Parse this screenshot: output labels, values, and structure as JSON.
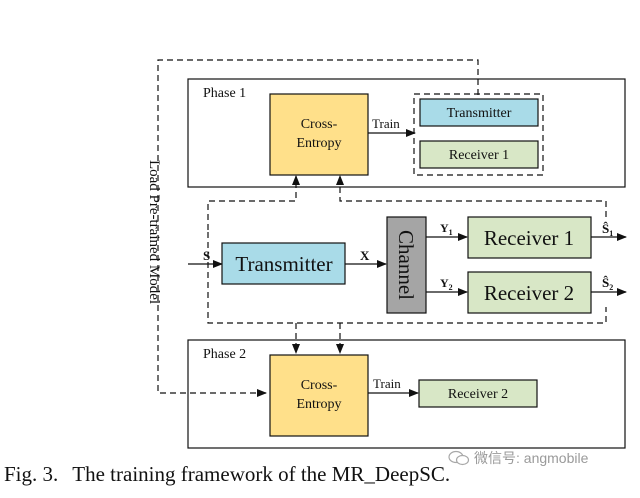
{
  "phase1": {
    "label": "Phase 1",
    "cross_entropy": [
      "Cross-",
      "Entropy"
    ],
    "train": "Train",
    "transmitter": "Transmitter",
    "receiver": "Receiver 1"
  },
  "middle": {
    "s": "S",
    "transmitter": "Transmitter",
    "x": "X",
    "channel": "Channel",
    "y1": "Y",
    "y1_sub": "1",
    "y2": "Y",
    "y2_sub": "2",
    "receiver1": "Receiver 1",
    "receiver2": "Receiver 2",
    "s_hat1": "Ŝ",
    "s_hat1_sub": "1",
    "s_hat2": "Ŝ",
    "s_hat2_sub": "2"
  },
  "phase2": {
    "label": "Phase 2",
    "cross_entropy": [
      "Cross-",
      "Entropy"
    ],
    "train": "Train",
    "receiver": "Receiver 2"
  },
  "side_label": "Load Pre-trained Model",
  "caption": {
    "fig": "Fig. 3.",
    "text": "The training framework of the MR_DeepSC."
  },
  "watermark": "微信号: angmobile",
  "colors": {
    "cross_entropy": "#ffe08a",
    "transmitter": "#a9dbe8",
    "receiver": "#d8e7c6",
    "channel": "#a5a5a5"
  }
}
